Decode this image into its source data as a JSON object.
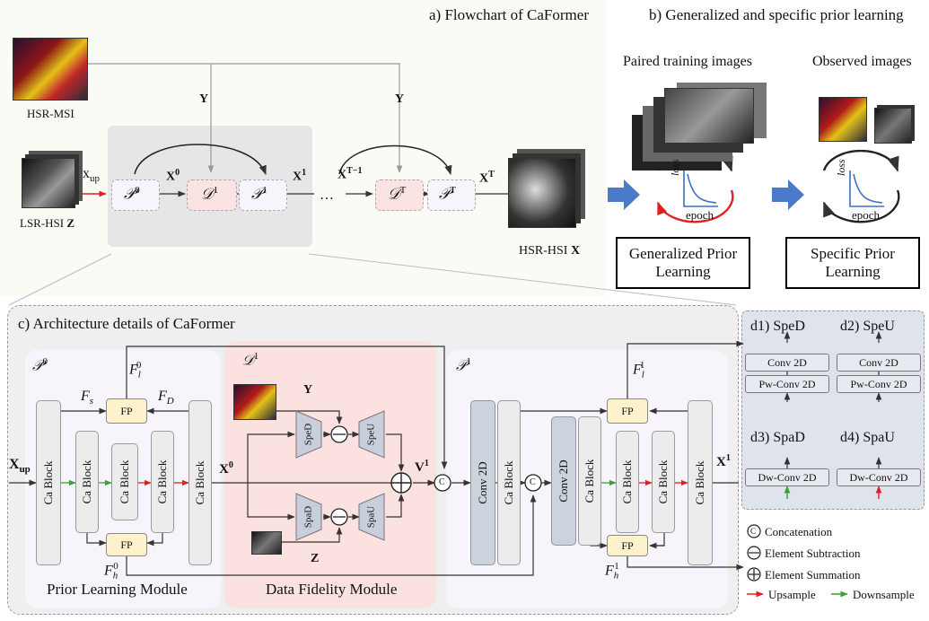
{
  "panel_a": {
    "title": "a) Flowchart of CaFormer",
    "hsr_msi": "HSR-MSI",
    "lsr_hsi": "LSR-HSI",
    "lsr_hsi_var": "Z",
    "x_up": "x",
    "x_up_sub": "up",
    "y1": "Y",
    "y2": "Y",
    "p0": "𝒫",
    "p0_sup": "0",
    "d1": "𝒟",
    "d1_sup": "1",
    "p1": "𝒫",
    "p1_sup": "1",
    "dT": "𝒟",
    "dT_sup": "T",
    "pT": "𝒫",
    "pT_sup": "T",
    "x0": "X",
    "x0_sup": "0",
    "x1": "X",
    "x1_sup": "1",
    "dots": "…",
    "xTm1": "X",
    "xTm1_sup": "T−1",
    "xT": "X",
    "xT_sup": "T",
    "hsr_hsi": "HSR-HSI",
    "hsr_hsi_var": "X"
  },
  "panel_b": {
    "title": "b) Generalized and specific prior learning",
    "paired": "Paired training images",
    "observed": "Observed images",
    "loss1": "loss",
    "epoch1": "epoch",
    "loss2": "loss",
    "epoch2": "epoch",
    "gen_line1": "Generalized Prior",
    "gen_line2": "Learning",
    "spec_line1": "Specific Prior",
    "spec_line2": "Learning"
  },
  "panel_c": {
    "title": "c) Architecture details of CaFormer",
    "p0": "𝒫",
    "p0_sup": "0",
    "d1": "𝒟",
    "d1_sup": "1",
    "p1": "𝒫",
    "p1_sup": "1",
    "ca_block": "Ca Block",
    "conv2d": "Conv 2D",
    "fp": "FP",
    "fl0": "F",
    "fl0_sub": "l",
    "fl0_sup": "0",
    "fs": "F",
    "fs_sub": "s",
    "fd": "F",
    "fd_sub": "D",
    "fh0": "F",
    "fh0_sub": "h",
    "fh0_sup": "0",
    "fl1": "F",
    "fl1_sub": "l",
    "fl1_sup": "1",
    "fh1": "F",
    "fh1_sub": "h",
    "fh1_sup": "1",
    "x_up": "X",
    "x_up_sub": "up",
    "x0": "X",
    "x0_sup": "0",
    "v1": "V",
    "v1_sup": "1",
    "x1": "X",
    "x1_sup": "1",
    "y": "Y",
    "z": "Z",
    "sped": "SpeD",
    "speu": "SpeU",
    "spad": "SpaD",
    "spau": "SpaU",
    "concat_c1": "C",
    "concat_c2": "C",
    "prior_module": "Prior Learning Module",
    "fidelity_module": "Data Fidelity Module"
  },
  "panel_d": {
    "d1": "d1) SpeD",
    "d2": "d2) SpeU",
    "d3": "d3) SpaD",
    "d4": "d4) SpaU",
    "conv2d_1": "Conv 2D",
    "pwconv_1": "Pw-Conv 2D",
    "conv2d_2": "Conv 2D",
    "pwconv_2": "Pw-Conv 2D",
    "dwconv_1": "Dw-Conv 2D",
    "dwconv_2": "Dw-Conv 2D"
  },
  "legend": {
    "c_symbol": "C",
    "concat": "Concatenation",
    "sub": "Element Subtraction",
    "sum": "Element Summation",
    "up": "Upsample",
    "down": "Downsample"
  },
  "colors": {
    "degradation_block": "#fbe3e3",
    "prior_block": "#f7f5fb",
    "fp_block": "#fdf2cc",
    "fidelity_panel": "#fce1e1",
    "detail_panel": "#dfe3eb",
    "big_arrow": "#4a7bc8",
    "upsample_arrow": "#e02020",
    "downsample_arrow": "#3aa03a"
  }
}
